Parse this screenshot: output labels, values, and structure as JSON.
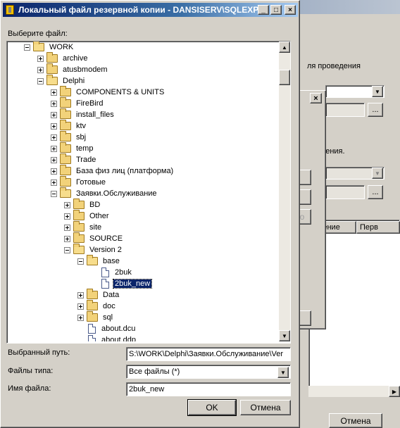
{
  "main_dialog": {
    "title": "Локальный файл резервной копии - DANSISERV\\SQLEXPR",
    "select_file_label": "Выберите файл:",
    "selected_path_label": "Выбранный путь:",
    "selected_path_value": "S:\\WORK\\Delphi\\Заявки.Обслуживание\\Ver",
    "file_type_label": "Файлы типа:",
    "file_type_value": "Все файлы (*)",
    "file_name_label": "Имя файла:",
    "file_name_value": "2buk_new",
    "ok_label": "OK",
    "cancel_label": "Отмена",
    "minimize": "_",
    "maximize": "□",
    "close": "×"
  },
  "tree": [
    {
      "label": "WORK",
      "level": 0,
      "kind": "folder",
      "expander": "minus"
    },
    {
      "label": "archive",
      "level": 1,
      "kind": "folder",
      "expander": "plus"
    },
    {
      "label": "atusbmodem",
      "level": 1,
      "kind": "folder",
      "expander": "plus"
    },
    {
      "label": "Delphi",
      "level": 1,
      "kind": "folder",
      "expander": "minus"
    },
    {
      "label": "COMPONENTS & UNITS",
      "level": 2,
      "kind": "folder",
      "expander": "plus"
    },
    {
      "label": "FireBird",
      "level": 2,
      "kind": "folder",
      "expander": "plus"
    },
    {
      "label": "install_files",
      "level": 2,
      "kind": "folder",
      "expander": "plus"
    },
    {
      "label": "ktv",
      "level": 2,
      "kind": "folder",
      "expander": "plus"
    },
    {
      "label": "sbj",
      "level": 2,
      "kind": "folder",
      "expander": "plus"
    },
    {
      "label": "temp",
      "level": 2,
      "kind": "folder",
      "expander": "plus"
    },
    {
      "label": "Trade",
      "level": 2,
      "kind": "folder",
      "expander": "plus"
    },
    {
      "label": "База физ лиц (платформа)",
      "level": 2,
      "kind": "folder",
      "expander": "plus"
    },
    {
      "label": "Готовые",
      "level": 2,
      "kind": "folder",
      "expander": "plus"
    },
    {
      "label": "Заявки.Обслуживание",
      "level": 2,
      "kind": "folder",
      "expander": "minus"
    },
    {
      "label": "BD",
      "level": 3,
      "kind": "folder",
      "expander": "plus"
    },
    {
      "label": "Other",
      "level": 3,
      "kind": "folder",
      "expander": "plus"
    },
    {
      "label": "site",
      "level": 3,
      "kind": "folder",
      "expander": "plus"
    },
    {
      "label": "SOURCE",
      "level": 3,
      "kind": "folder",
      "expander": "plus"
    },
    {
      "label": "Version 2",
      "level": 3,
      "kind": "folder",
      "expander": "minus"
    },
    {
      "label": "base",
      "level": 4,
      "kind": "folder",
      "expander": "minus"
    },
    {
      "label": "2buk",
      "level": 5,
      "kind": "file",
      "expander": "none"
    },
    {
      "label": "2buk_new",
      "level": 5,
      "kind": "file",
      "expander": "none",
      "selected": true
    },
    {
      "label": "Data",
      "level": 4,
      "kind": "folder",
      "expander": "plus"
    },
    {
      "label": "doc",
      "level": 4,
      "kind": "folder",
      "expander": "plus"
    },
    {
      "label": "sql",
      "level": 4,
      "kind": "folder",
      "expander": "plus"
    },
    {
      "label": "about.dcu",
      "level": 4,
      "kind": "file",
      "expander": "none"
    },
    {
      "label": "about.ddp",
      "level": 4,
      "kind": "file",
      "expander": "none"
    }
  ],
  "background_window": {
    "text_conduct": "ля проведения",
    "text_update": "новления.",
    "col_state": "ожение",
    "col_first": "Перв",
    "cancel_label": "Отмена",
    "browse_label": "...",
    "faded_button_label": "о"
  },
  "icons": {
    "scroll_up": "▲",
    "scroll_down": "▼",
    "combo_arrow": "▼",
    "scroll_right": "▶"
  },
  "colors": {
    "face": "#d4d0c8",
    "title_start": "#0a246a",
    "title_end": "#a6caf0",
    "selection": "#0a246a"
  }
}
